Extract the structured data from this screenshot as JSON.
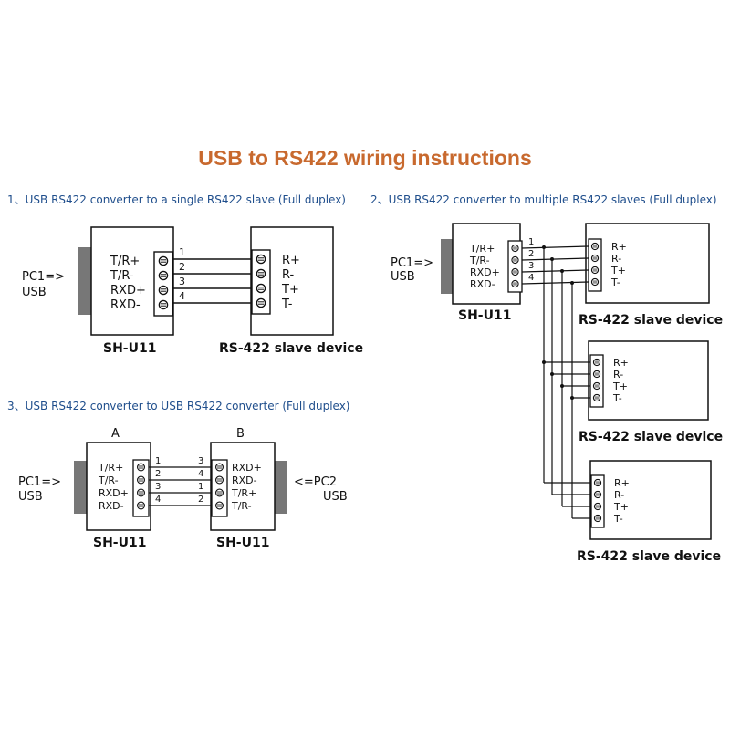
{
  "title": "USB to RS422 wiring instructions",
  "colors": {
    "title": "#c8692e",
    "section_headings": "#1f4e8c",
    "lines": "#111111",
    "usb_plug": "#777777"
  },
  "sections": {
    "s1": "1、USB RS422 converter to a single RS422 slave (Full duplex)",
    "s2": "2、USB RS422 converter to multiple RS422 slaves (Full duplex)",
    "s3": "3、USB RS422 converter to USB RS422 converter (Full duplex)"
  },
  "diagram1": {
    "pc_label": "PC1=>",
    "usb_label": "USB",
    "converter_pins": [
      "T/R+",
      "T/R-",
      "RXD+",
      "RXD-"
    ],
    "wire_numbers": [
      "1",
      "2",
      "3",
      "4"
    ],
    "slave_pins": [
      "R+",
      "R-",
      "T+",
      "T-"
    ],
    "converter_name": "SH-U11",
    "slave_name": "RS-422 slave device"
  },
  "diagram2": {
    "pc_label": "PC1=>",
    "usb_label": "USB",
    "converter_pins": [
      "T/R+",
      "T/R-",
      "RXD+",
      "RXD-"
    ],
    "wire_numbers": [
      "1",
      "2",
      "3",
      "4"
    ],
    "converter_name": "SH-U11",
    "slaves": [
      {
        "pins": [
          "R+",
          "R-",
          "T+",
          "T-"
        ],
        "name": "RS-422 slave device"
      },
      {
        "pins": [
          "R+",
          "R-",
          "T+",
          "T-"
        ],
        "name": "RS-422 slave device"
      },
      {
        "pins": [
          "R+",
          "R-",
          "T+",
          "T-"
        ],
        "name": "RS-422 slave device"
      }
    ]
  },
  "diagram3": {
    "label_a": "A",
    "label_b": "B",
    "pc1_label": "PC1=>",
    "usb1_label": "USB",
    "pc2_label": "<=PC2",
    "usb2_label": "USB",
    "a_pins": [
      "T/R+",
      "T/R-",
      "RXD+",
      "RXD-"
    ],
    "a_numbers": [
      "1",
      "2",
      "3",
      "4"
    ],
    "b_numbers": [
      "3",
      "4",
      "1",
      "2"
    ],
    "b_pins": [
      "RXD+",
      "RXD-",
      "T/R+",
      "T/R-"
    ],
    "a_name": "SH-U11",
    "b_name": "SH-U11"
  }
}
